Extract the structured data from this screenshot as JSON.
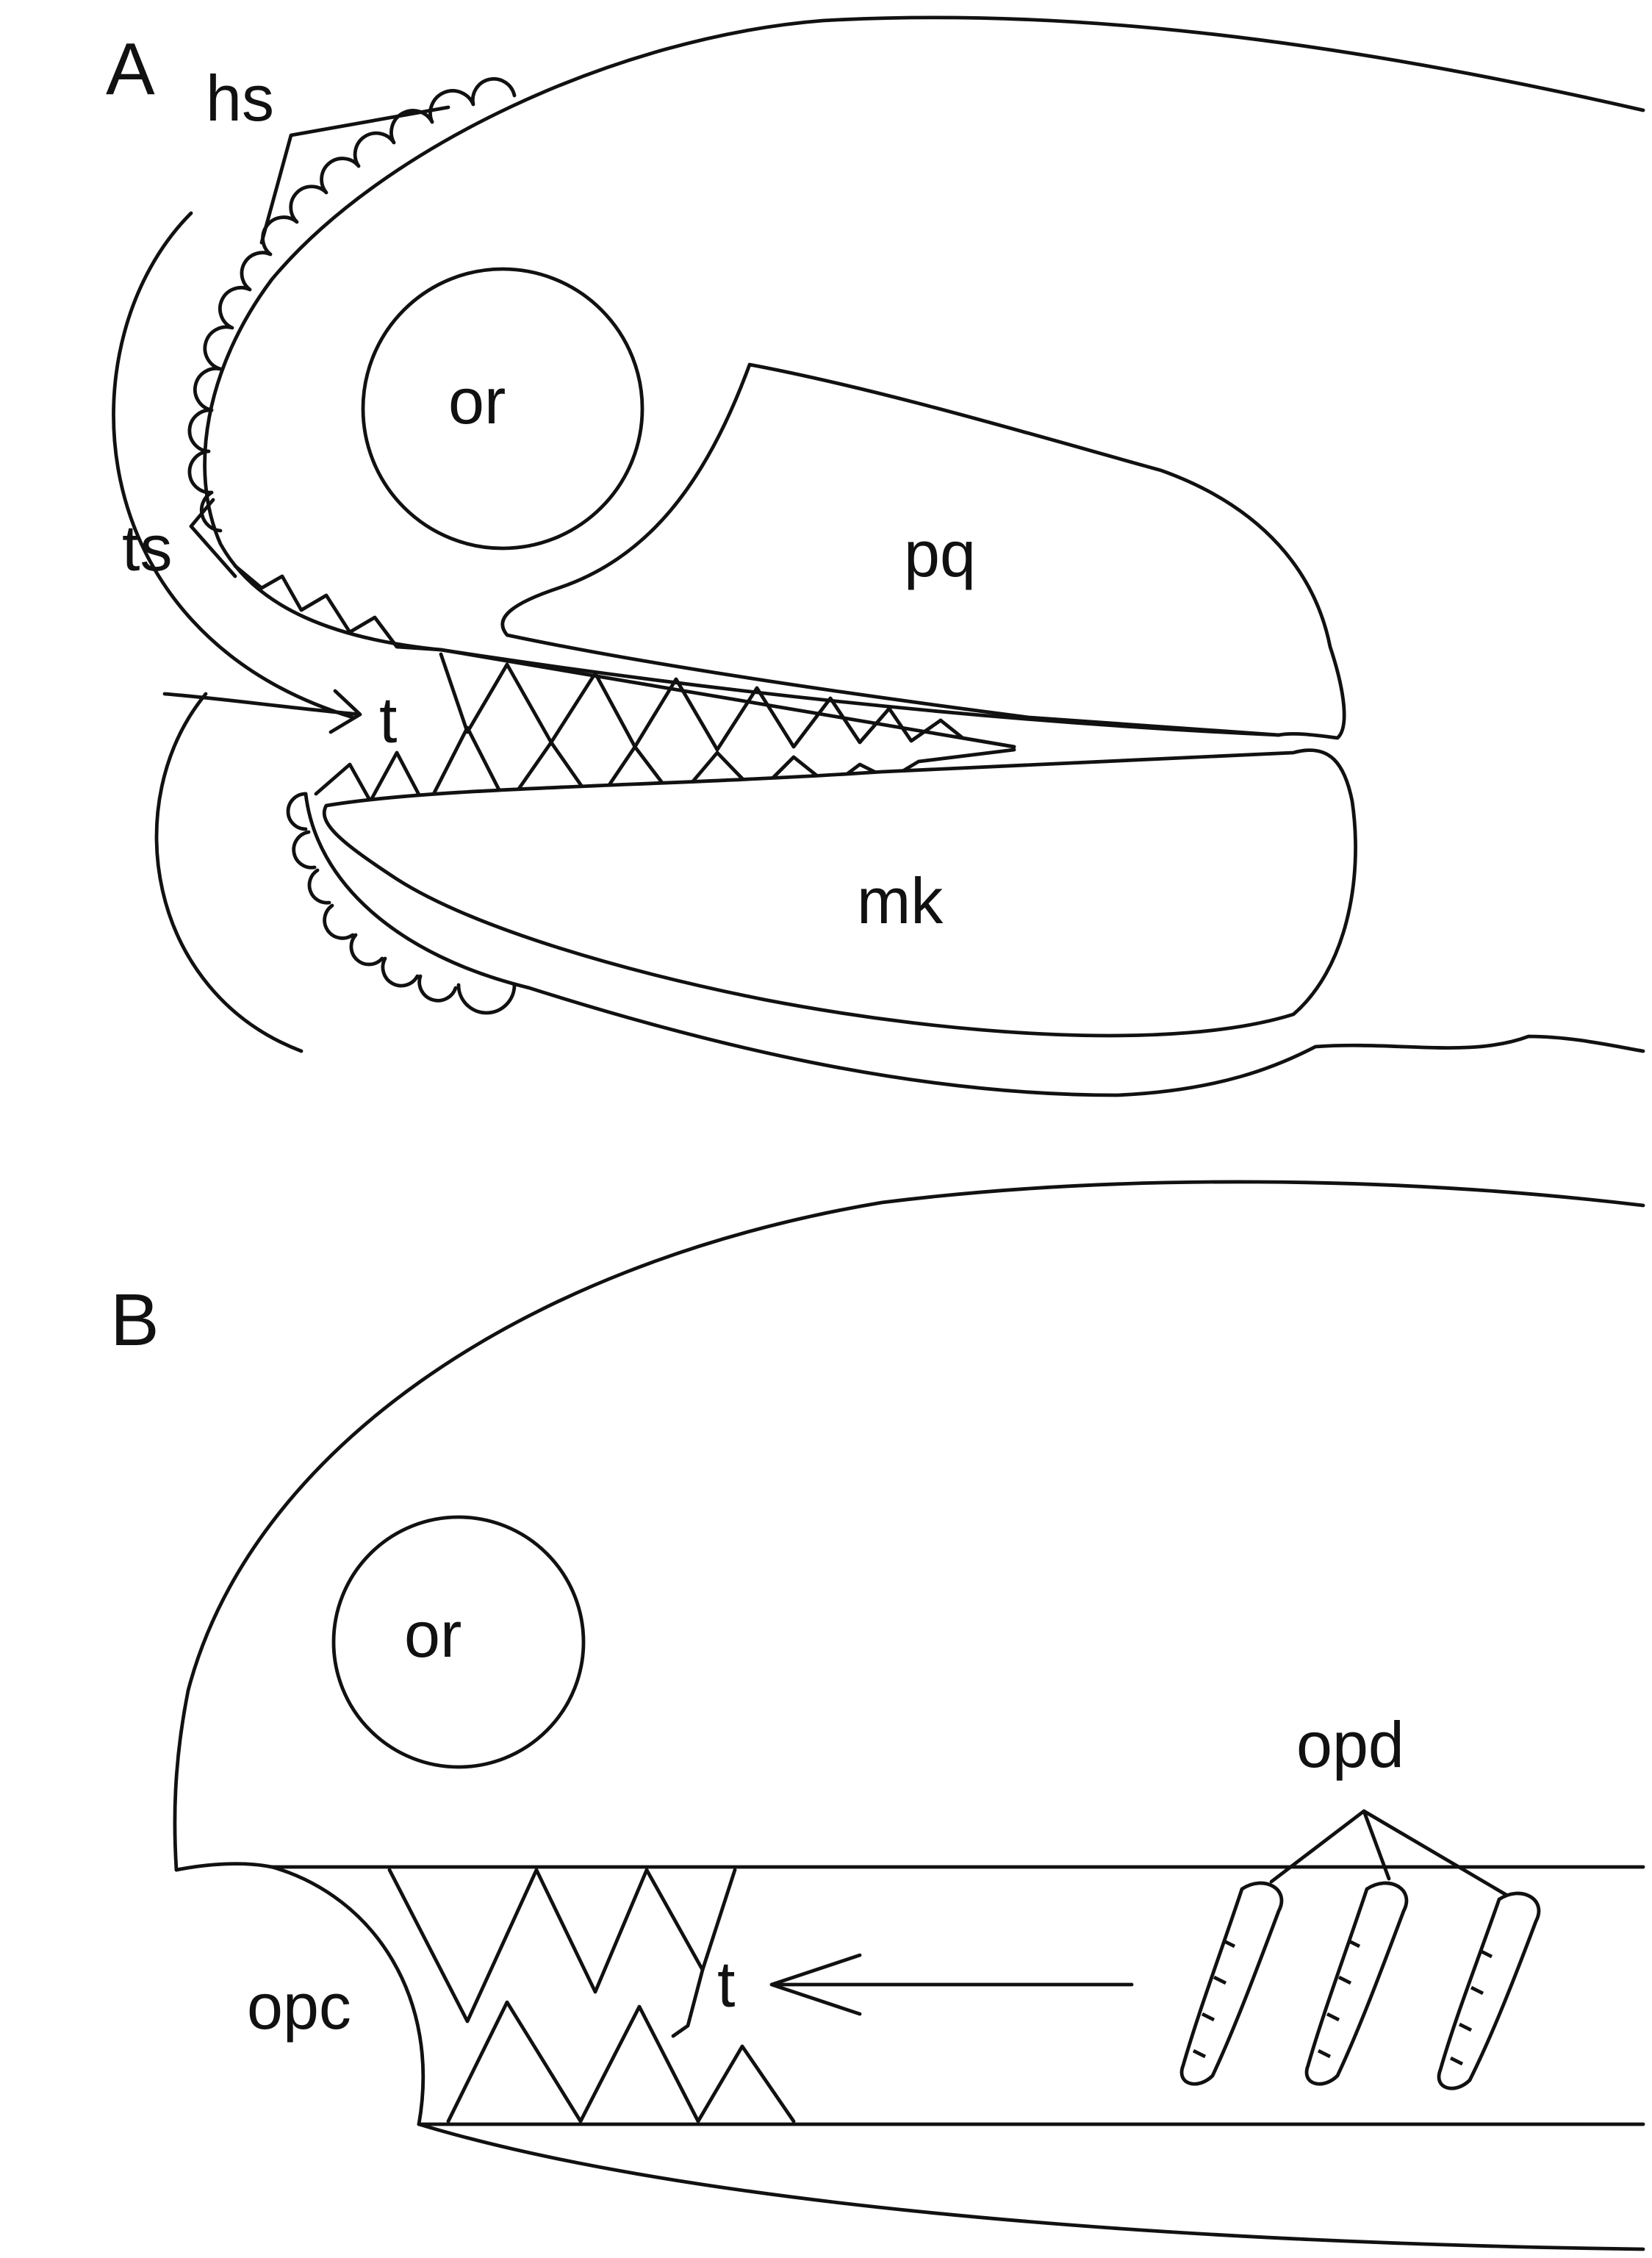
{
  "panel_a": {
    "panel_label": "A",
    "labels": {
      "hs": "hs",
      "ts": "ts",
      "or": "or",
      "pq": "pq",
      "t": "t",
      "mk": "mk"
    }
  },
  "panel_b": {
    "panel_label": "B",
    "labels": {
      "or": "or",
      "opd": "opd",
      "opc": "opc",
      "t": "t"
    }
  },
  "colors": {
    "stroke": "#111111",
    "background": "#ffffff"
  }
}
